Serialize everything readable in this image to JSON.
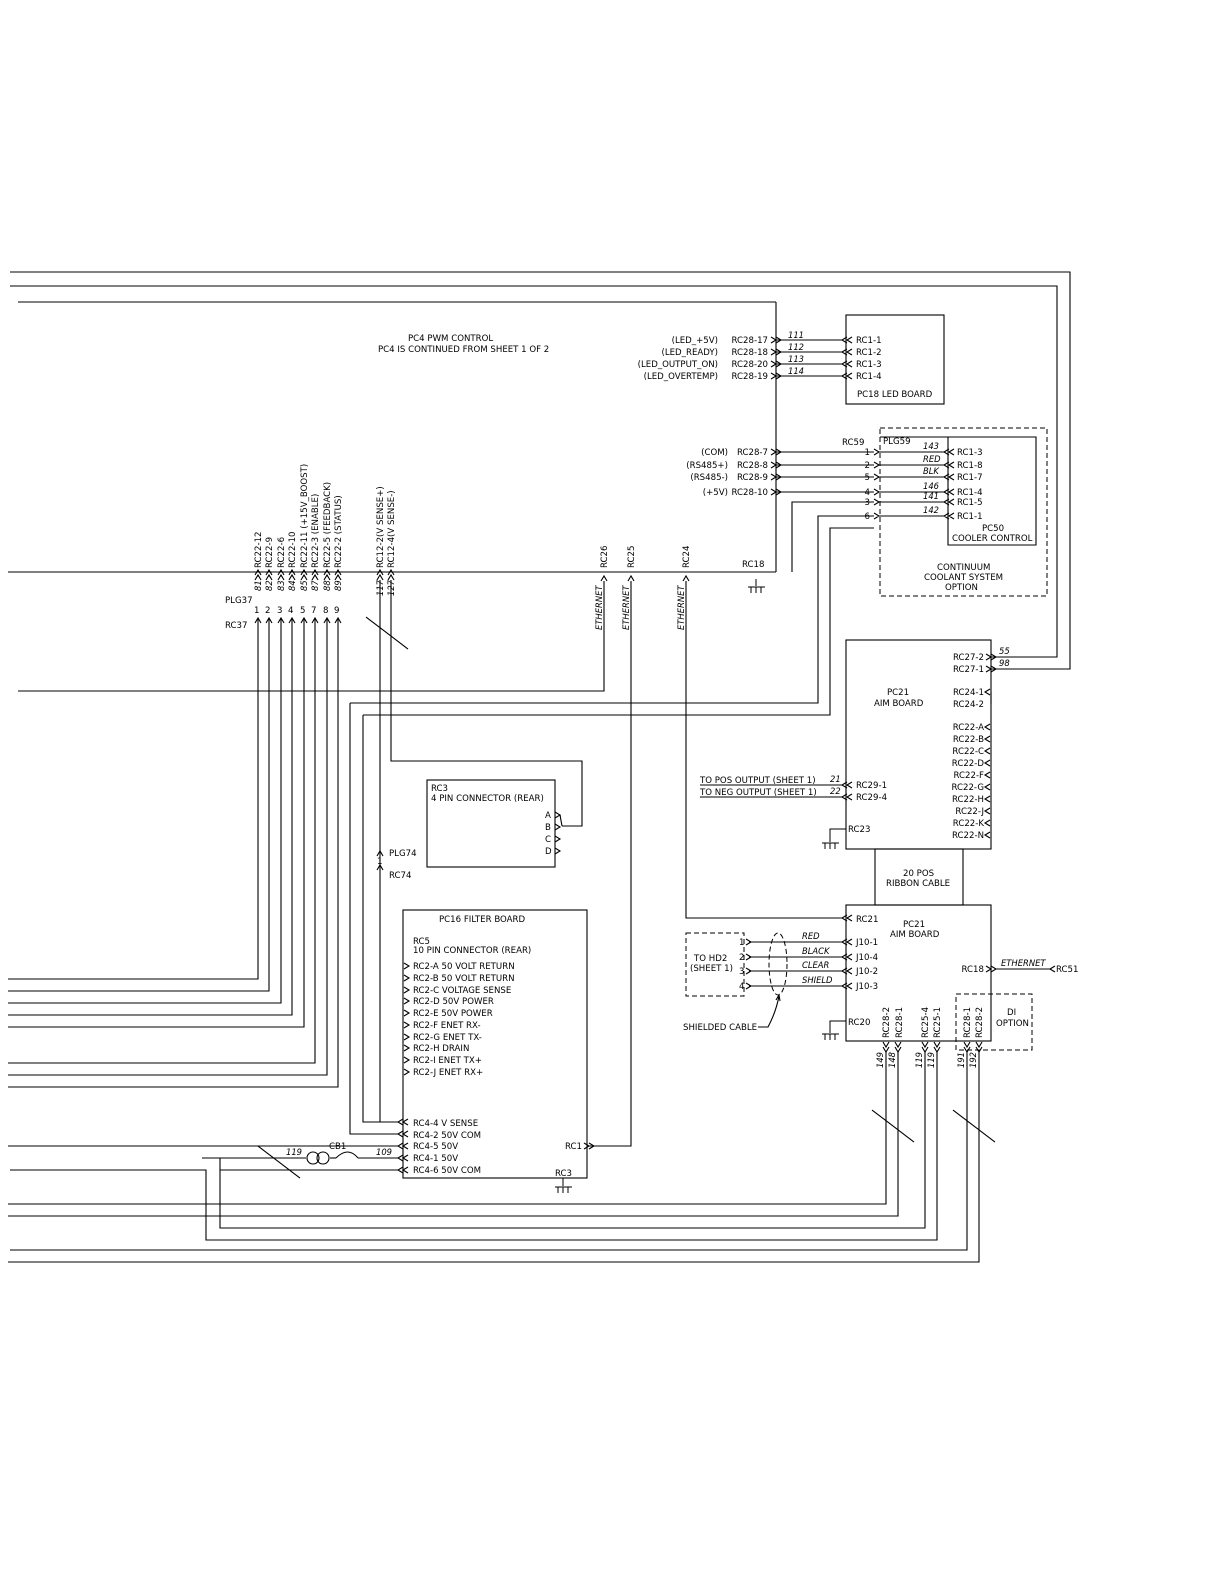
{
  "title": {
    "line1": "PC4  PWM  CONTROL",
    "line2": "PC4  IS  CONTINUED  FROM  SHEET  1  OF  2"
  },
  "pc18": {
    "box_label": "PC18  LED  BOARD",
    "signals": [
      "(LED_+5V)",
      "(LED_READY)",
      "(LED_OUTPUT_ON)",
      "(LED_OVERTEMP)"
    ],
    "source_pins": [
      "RC28-17",
      "RC28-18",
      "RC28-20",
      "RC28-19"
    ],
    "wires": [
      "111",
      "112",
      "113",
      "114"
    ],
    "dest_pins": [
      "RC1-1",
      "RC1-2",
      "RC1-3",
      "RC1-4"
    ]
  },
  "pc50": {
    "signals": [
      "(COM)",
      "(RS485+)",
      "(RS485-)",
      "(+5V)"
    ],
    "source_pins": [
      "RC28-7",
      "RC28-8",
      "RC28-9",
      "RC28-10"
    ],
    "rc59_label": "RC59",
    "plg59_label": "PLG59",
    "plg59_pins": [
      "1",
      "2",
      "5",
      "4",
      "3",
      "6"
    ],
    "wires": [
      "143",
      "RED",
      "BLK",
      "146",
      "141",
      "142"
    ],
    "dest_pins": [
      "RC1-3",
      "RC1-8",
      "RC1-7",
      "RC1-4",
      "RC1-5",
      "RC1-1"
    ],
    "box_label_1": "PC50",
    "box_label_2": "COOLER  CONTROL",
    "option_1": "CONTINUUM",
    "option_2": "COOLANT  SYSTEM",
    "option_3": "OPTION"
  },
  "rc22": {
    "pins": [
      "RC22-12",
      "RC22-9",
      "RC22-6",
      "RC22-10",
      "RC22-11  (+15V_BOOST)",
      "RC22-3  (ENABLE)",
      "RC22-5  (FEEDBACK)",
      "RC22-2  (STATUS)"
    ],
    "wires": [
      "81",
      "82",
      "83",
      "84",
      "85",
      "87",
      "88",
      "89"
    ],
    "plg_pins": [
      "1",
      "2",
      "3",
      "4",
      "5",
      "7",
      "8",
      "9"
    ],
    "plg_label": "PLG37",
    "rc_label": "RC37"
  },
  "rc12": {
    "pins": [
      "RC12-2(V  SENSE+)",
      "RC12-4(V  SENSE-)"
    ],
    "wires": [
      "117",
      "127"
    ]
  },
  "ethernet": {
    "connectors": [
      "RC26",
      "RC25",
      "RC24"
    ],
    "wire_label": "ETHERNET",
    "rc18_label": "RC18"
  },
  "pc21_top": {
    "label_1": "PC21",
    "label_2": "AIM  BOARD",
    "rc27_pins": [
      "RC27-2",
      "RC27-1"
    ],
    "rc27_wires": [
      "55",
      "98"
    ],
    "rc24_pins": [
      "RC24-1",
      "RC24-2"
    ],
    "rc22_pins": [
      "RC22-A",
      "RC22-B",
      "RC22-C",
      "RC22-D",
      "RC22-F",
      "RC22-G",
      "RC22-H",
      "RC22-J",
      "RC22-K",
      "RC22-N"
    ],
    "pos_output": "TO  POS  OUTPUT  (SHEET  1)",
    "neg_output": "TO  NEG  OUTPUT  (SHEET  1)",
    "out_wires": [
      "21",
      "22"
    ],
    "rc29_pins": [
      "RC29-1",
      "RC29-4"
    ],
    "rc23_label": "RC23"
  },
  "ribbon": {
    "line1": "20  POS",
    "line2": "RIBBON  CABLE"
  },
  "pc21_bottom": {
    "label_1": "PC21",
    "label_2": "AIM  BOARD",
    "rc21_label": "RC21",
    "hd2_line1": "TO  HD2",
    "hd2_line2": "(SHEET  1)",
    "hd2_pins": [
      "1",
      "2",
      "3",
      "4"
    ],
    "colors": [
      "RED",
      "BLACK",
      "CLEAR",
      "SHIELD"
    ],
    "j10_pins": [
      "J10-1",
      "J10-4",
      "J10-2",
      "J10-3"
    ],
    "shielded_cable": "SHIELDED  CABLE",
    "rc18_label": "RC18",
    "ethernet": "ETHERNET",
    "rc51_label": "RC51",
    "rc20_label": "RC20",
    "bottom_pins": [
      "RC28-2",
      "RC28-1",
      "RC25-4",
      "RC25-1",
      "RC28-1",
      "RC28-2"
    ],
    "bottom_wires": [
      "149",
      "148",
      "119",
      "119",
      "191",
      "192"
    ],
    "di_1": "DI",
    "di_2": "OPTION"
  },
  "rc3": {
    "label_1": "RC3",
    "label_2": "4  PIN  CONNECTOR  (REAR)",
    "pins": [
      "A",
      "B",
      "C",
      "D"
    ],
    "plg74_label": "PLG74",
    "plg74_pin": "1",
    "rc74_label": "RC74"
  },
  "pc16": {
    "title": "PC16  FILTER  BOARD",
    "rc5_1": "RC5",
    "rc5_2": "10  PIN  CONNECTOR  (REAR)",
    "rc2_pins": [
      "RC2-A    50  VOLT  RETURN",
      "RC2-B    50  VOLT  RETURN",
      "RC2-C    VOLTAGE  SENSE",
      "RC2-D    50V  POWER",
      "RC2-E    50V  POWER",
      "RC2-F    ENET  RX-",
      "RC2-G    ENET  TX-",
      "RC2-H    DRAIN",
      "RC2-I     ENET  TX+",
      "RC2-J     ENET  RX+"
    ],
    "rc4_pins": [
      "RC4-4  V  SENSE",
      "RC4-2  50V  COM",
      "RC4-5  50V",
      "RC4-1  50V",
      "RC4-6  50V  COM"
    ],
    "rc1_label": "RC1",
    "rc3_label": "RC3",
    "cb1_label": "CB1",
    "wire_119": "119",
    "wire_109": "109"
  }
}
